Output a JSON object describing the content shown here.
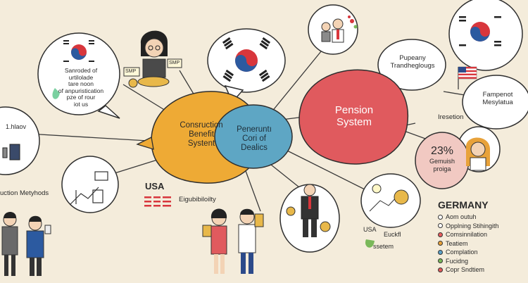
{
  "hubs": {
    "construction": [
      "Consruction",
      "Benefit",
      "Systent"
    ],
    "center": [
      "Peneruntı",
      "Cori of",
      "Dealics"
    ],
    "pension": [
      "Pension",
      "System"
    ]
  },
  "bubbles": {
    "left_top": [
      "Sanroded of",
      "urtilolade",
      "tare noon",
      "of anpuristication",
      "pze of rour",
      "iot us"
    ],
    "left_mid": [
      "1.hlaov"
    ],
    "right_upper": [
      "Pupeany",
      "Trandheglougs"
    ],
    "right_mid": [
      "Fampenot",
      "Mesylatua"
    ],
    "right_pct": [
      "23%",
      "Gemuish",
      "proiga"
    ]
  },
  "labels": {
    "methods": "uction Metyhods",
    "usa_mid": "USA",
    "eligibility": "Eigubibiloilty",
    "iresetion": "Iresetion",
    "usa_bottom": "USA",
    "euckfl": "Euckfl",
    "ssetem": "ssetem",
    "sign_left": "SMP",
    "sign_right": "SMP"
  },
  "germany": {
    "title": "GERMANY",
    "items": [
      {
        "label": "Aom outuh",
        "color": "#ffffff"
      },
      {
        "label": "Opplning Stihingith",
        "color": "#ffffff"
      },
      {
        "label": "Comsinnilation",
        "color": "#e85d5d"
      },
      {
        "label": "Teatiem",
        "color": "#e8a23a"
      },
      {
        "label": "Complation",
        "color": "#5aa0c8"
      },
      {
        "label": "Fucidng",
        "color": "#7ab85a"
      },
      {
        "label": "Copr Sndtiem",
        "color": "#e05a5a"
      }
    ]
  },
  "colors": {
    "background": "#f4ecdb",
    "construction_hub": "#eeaa35",
    "center_hub": "#5ea6c4",
    "pension_hub": "#e05a5e",
    "pink_bubble": "#f1c9c2"
  }
}
